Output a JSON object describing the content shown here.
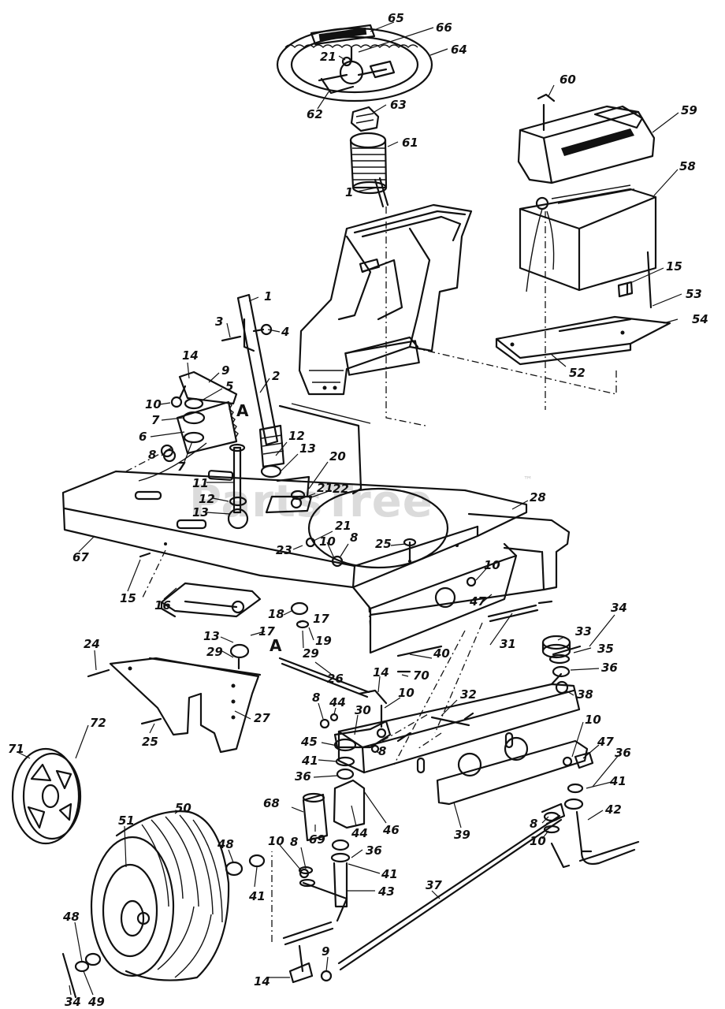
{
  "watermark": {
    "text": "PartsTree",
    "trademark": "™"
  },
  "section_markers": [
    "A",
    "A"
  ],
  "callouts": [
    "65",
    "66",
    "21",
    "64",
    "62",
    "63",
    "61",
    "1",
    "60",
    "59",
    "58",
    "15",
    "53",
    "54",
    "52",
    "1",
    "3",
    "4",
    "2",
    "14",
    "9",
    "5",
    "10",
    "7",
    "6",
    "8",
    "7",
    "12",
    "13",
    "20",
    "11",
    "12",
    "13",
    "21",
    "22",
    "28",
    "67",
    "21",
    "23",
    "10",
    "8",
    "25",
    "15",
    "16",
    "18",
    "17",
    "13",
    "17",
    "19",
    "29",
    "29",
    "10",
    "47",
    "31",
    "33",
    "34",
    "35",
    "36",
    "38",
    "24",
    "26",
    "40",
    "70",
    "14",
    "8",
    "44",
    "10",
    "27",
    "25",
    "72",
    "71",
    "30",
    "32",
    "45",
    "41",
    "36",
    "8",
    "10",
    "47",
    "36",
    "41",
    "50",
    "51",
    "68",
    "69",
    "44",
    "46",
    "39",
    "8",
    "10",
    "42",
    "48",
    "10",
    "8",
    "41",
    "36",
    "43",
    "41",
    "37",
    "48",
    "34",
    "49",
    "14",
    "9"
  ]
}
